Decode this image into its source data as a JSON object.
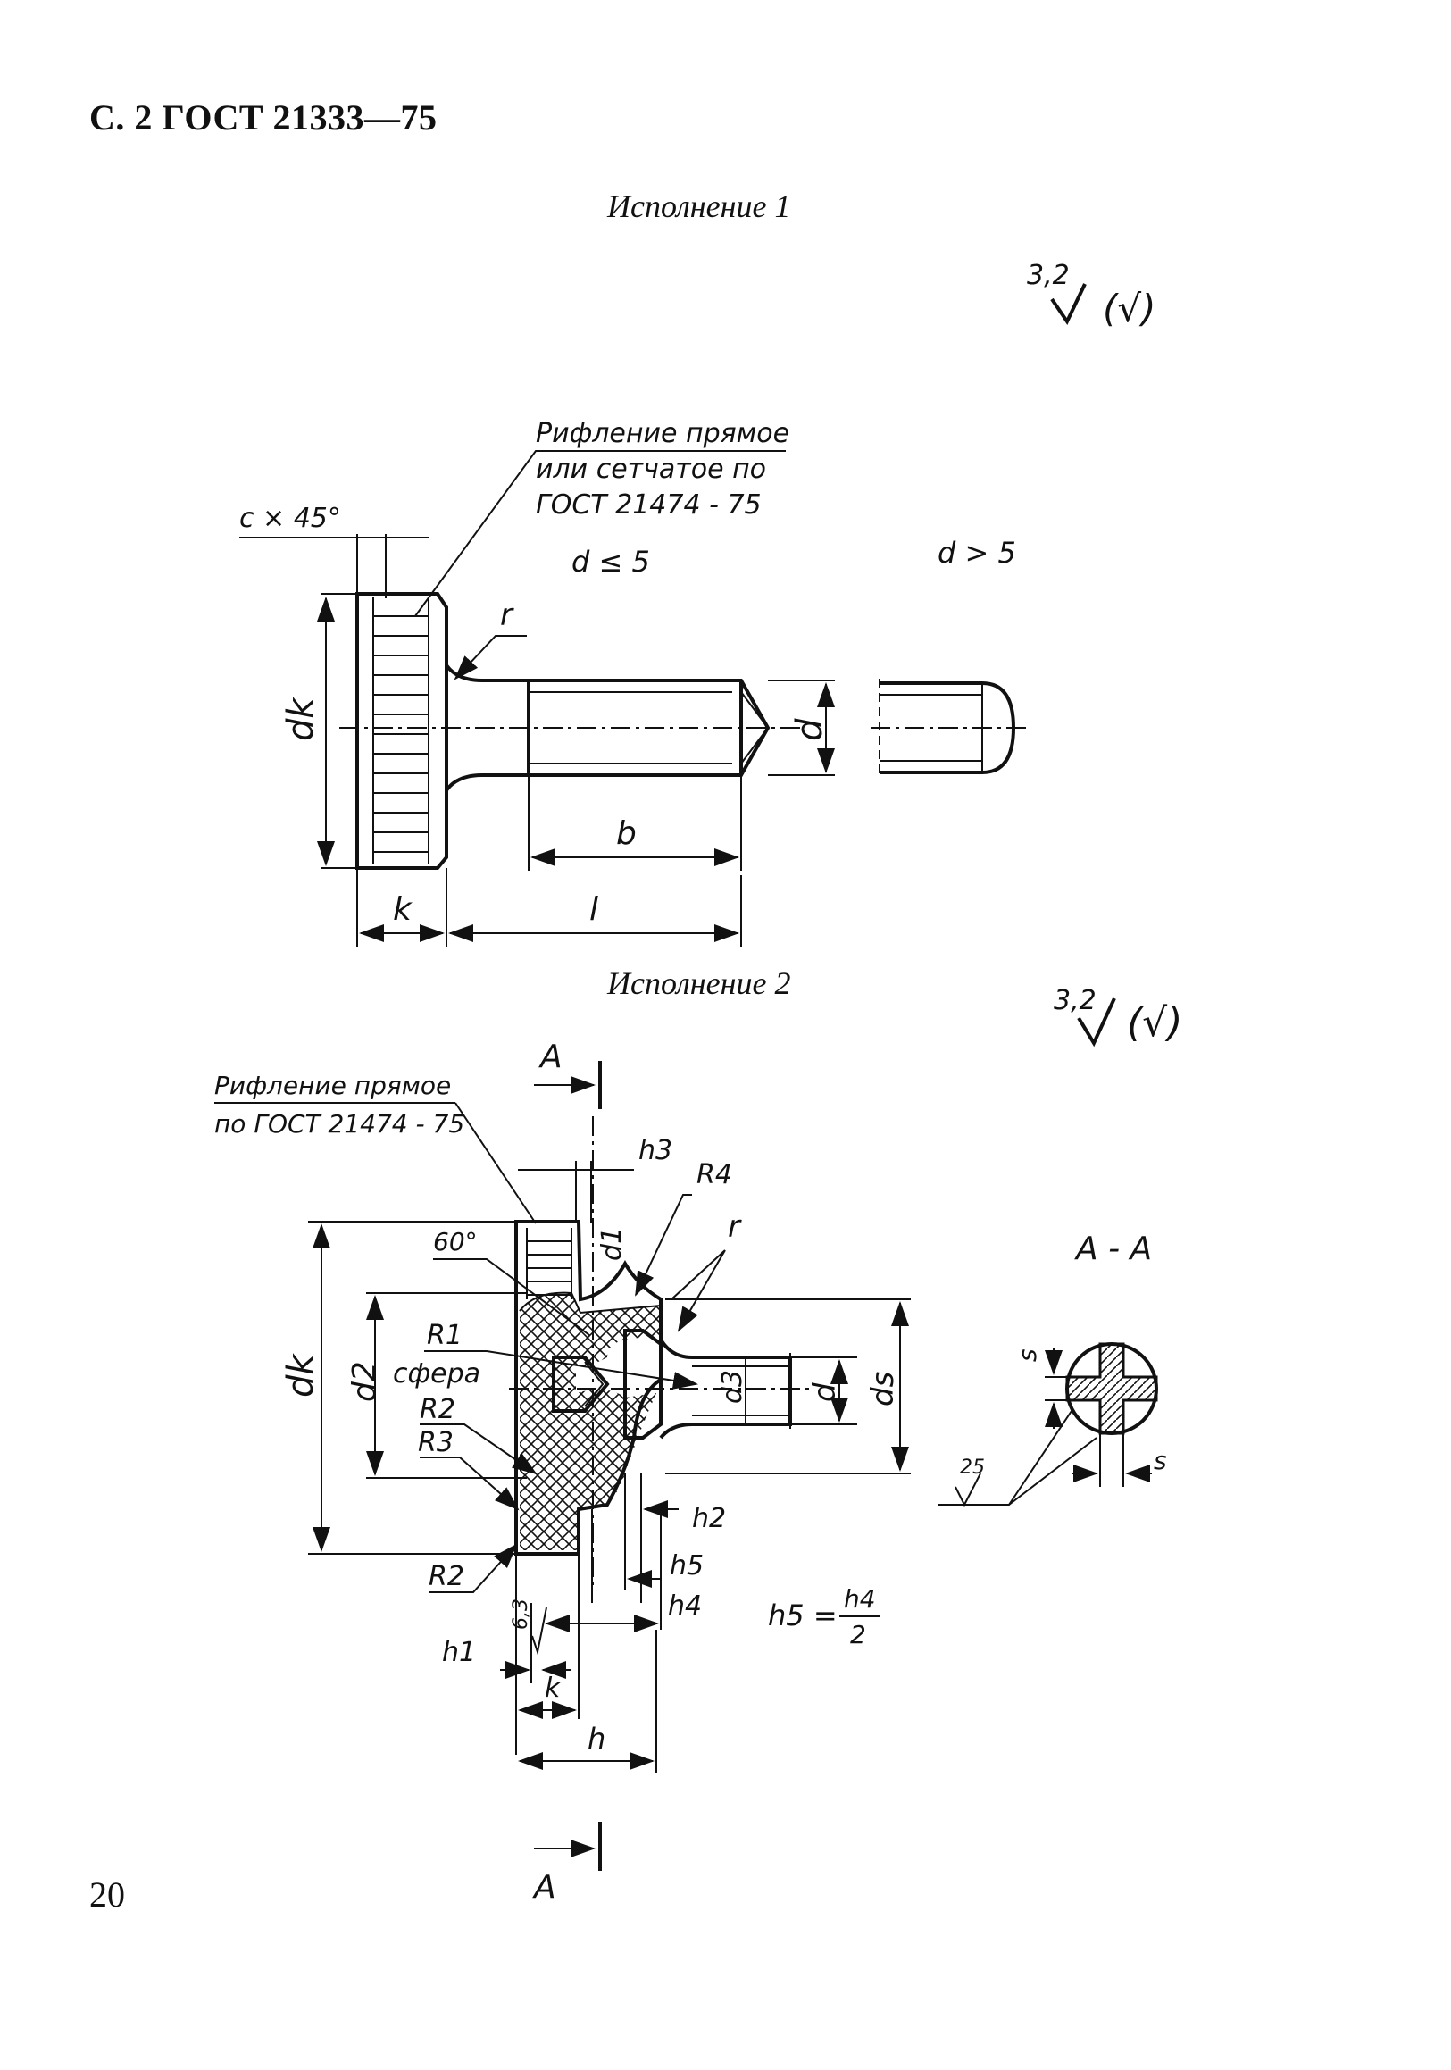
{
  "header": {
    "text": "С. 2  ГОСТ 21333—75"
  },
  "page_number": "20",
  "variant1": {
    "title": "Исполнение 1",
    "roughness_value": "3,2",
    "roughness_paren": "(√)",
    "knurl_note": [
      "Рифление прямое",
      "или сетчатое по",
      "ГОСТ 21474 - 75"
    ],
    "chamfer": "c × 45°",
    "case_small": "d ≤ 5",
    "case_large": "d > 5",
    "labels": {
      "dk": "dk",
      "r": "r",
      "d": "d",
      "b": "b",
      "k": "k",
      "l": "l"
    }
  },
  "variant2": {
    "title": "Исполнение 2",
    "roughness_value": "3,2",
    "roughness_paren": "(√)",
    "knurl_note": [
      "Рифление прямое",
      "по ГОСТ 21474 - 75"
    ],
    "section_mark": "A",
    "section_title": "A - A",
    "angle": "60°",
    "sphere": "сфера",
    "roughness_inner": "6,3",
    "roughness_slot": "25",
    "formula_left": "h5 =",
    "formula_num": "h4",
    "formula_den": "2",
    "labels": {
      "h3": "h3",
      "R4": "R4",
      "d1": "d1",
      "r": "r",
      "dk": "dk",
      "d2": "d2",
      "R1": "R1",
      "R2": "R2",
      "R3": "R3",
      "R2b": "R2",
      "d3": "d3",
      "d": "d",
      "ds": "ds",
      "h2": "h2",
      "h5": "h5",
      "h4": "h4",
      "h1": "h1",
      "k": "k",
      "h": "h",
      "s": "s",
      "s2": "s"
    }
  }
}
